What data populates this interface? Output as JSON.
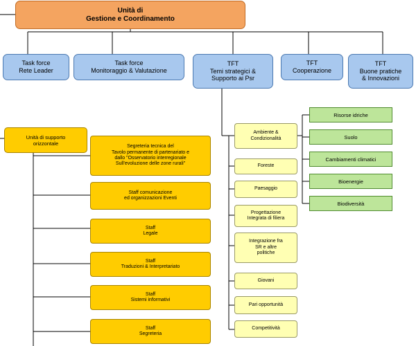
{
  "top": {
    "label": "Unità di\nGestione e Coordinamento"
  },
  "row2": [
    {
      "id": "tf-rete",
      "label": "Task force\nRete Leader"
    },
    {
      "id": "tf-monit",
      "label": "Task force\nMonitoraggio & Valutazione"
    },
    {
      "id": "tft-temi",
      "label": "TFT\nTemi strategici &\nSupporto ai Psr"
    },
    {
      "id": "tft-coop",
      "label": "TFT\nCooperazione"
    },
    {
      "id": "tft-buone",
      "label": "TFT\nBuone pratiche\n& Innovazioni"
    }
  ],
  "support": {
    "label": "Unità di supporto\norizzontale",
    "items": [
      "Segreteria tecnica del\nTavolo permanente di partenariato e\ndallo \"Osservatorio interregionale\nSull'evoluzione delle zone rurali\"",
      "Staff comunicazione\ned organizzazioni Eventi",
      "Staff\nLegale",
      "Staff\nTraduzioni & Interpretariato",
      "Staff\nSistemi informativi",
      "Staff\nSegreteria"
    ]
  },
  "themes": [
    "Ambiente &\nCondizionalità",
    "Foreste",
    "Paesaggio",
    "Progettazione\nIntegrata di filiera",
    "Integrazione fra\nSR e altre\npolitiche",
    "Giovani",
    "Pari opportunità",
    "Competitività"
  ],
  "environment": [
    "Risorse idriche",
    "Suolo",
    "Cambiamenti climatici",
    "Bioenergie",
    "Biodiversità"
  ],
  "colors": {
    "orange": "#f4a460",
    "blue": "#a8c8ee",
    "gold": "#ffcc00",
    "pale_yellow": "#ffffb3",
    "green": "#bde59a"
  }
}
